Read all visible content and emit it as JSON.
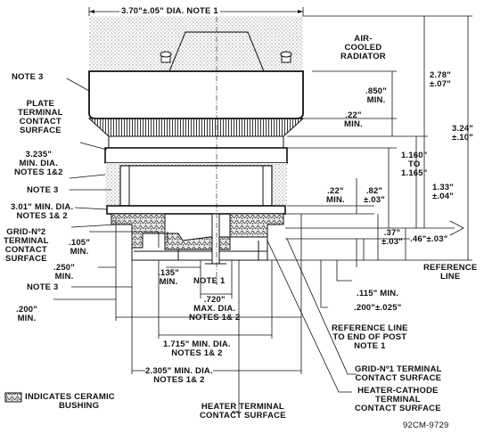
{
  "labels": {
    "top_diameter": "3.70\"±.05\" DIA. NOTE 1",
    "air_cooled_radiator": [
      "AIR-",
      "COOLED",
      "RADIATOR"
    ],
    "note3_top": "NOTE 3",
    "plate_terminal": [
      "PLATE",
      "TERMINAL",
      "CONTACT",
      "SURFACE"
    ],
    "dim_850": [
      ".850\"",
      "MIN."
    ],
    "dim_22a": [
      ".22\"",
      "MIN."
    ],
    "dim_278": [
      "2.78\"",
      "±.07\""
    ],
    "dim_324": [
      "3.24\"",
      "±.10\""
    ],
    "dim_3235": [
      "3.235\"",
      "MIN. DIA.",
      "NOTES 1&2"
    ],
    "dim_1160": [
      "1.160\"",
      "TO",
      "1.165\""
    ],
    "note3_mid": "NOTE 3",
    "dim_133": [
      "1.33\"",
      "±.04\""
    ],
    "dim_22b": [
      ".22\"",
      "MIN."
    ],
    "dim_82": [
      ".82\"",
      "±.03\""
    ],
    "dim_301": [
      "3.01\" MIN. DIA.",
      "NOTES 1& 2"
    ],
    "grid2_terminal": [
      "GRID-Nº2",
      "TERMINAL",
      "CONTACT",
      "SURFACE"
    ],
    "dim_37": [
      ".37\"",
      "±.03\""
    ],
    "dim_46": ".46\"±.03\"",
    "dim_105": [
      ".105\"",
      "MIN."
    ],
    "dim_250": [
      ".250\"",
      "MIN."
    ],
    "reference_line": [
      "REFERENCE",
      "LINE"
    ],
    "note3_low": "NOTE 3",
    "dim_135": [
      ".135\"",
      "MIN."
    ],
    "note1_low": "NOTE 1",
    "dim_115": ".115\" MIN.",
    "dim_720": [
      ".720\"",
      "MAX. DIA.",
      "NOTES 1& 2"
    ],
    "dim_200a": ".200\"±.025\"",
    "dim_200b": [
      ".200\"",
      "MIN."
    ],
    "ref_line_post": [
      "REFERENCE LINE",
      "TO END OF POST",
      "NOTE 1"
    ],
    "dim_1715": [
      "1.715\" MIN. DIA.",
      "NOTES 1& 2"
    ],
    "grid1_terminal": [
      "GRID-Nº1 TERMINAL",
      "CONTACT SURFACE"
    ],
    "heater_cathode_terminal": [
      "HEATER-CATHODE",
      "TERMINAL",
      "CONTACT SURFACE"
    ],
    "dim_2305": [
      "2.305\" MIN. DIA.",
      "NOTES 1& 2"
    ],
    "legend_ceramic": [
      "INDICATES CERAMIC",
      "BUSHING"
    ],
    "heater_terminal": [
      "HEATER TERMINAL",
      "CONTACT SURFACE"
    ],
    "figure_code": "92CM-9729"
  }
}
